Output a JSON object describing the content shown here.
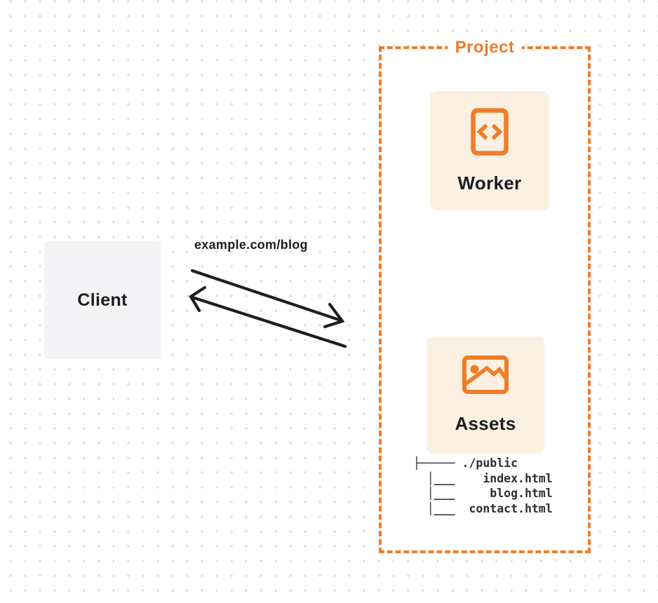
{
  "colors": {
    "orange": "#EE7D2A",
    "card_bg": "#FBF0E1",
    "client_bg": "#F4F4F6",
    "text_dark": "#1D1D20",
    "tree_text": "#2E2E30",
    "arrow": "#1E1E21",
    "dot": "#E1E1E3"
  },
  "client": {
    "label": "Client"
  },
  "request": {
    "label": "example.com/blog"
  },
  "project": {
    "label": "Project",
    "worker": {
      "label": "Worker",
      "icon": "code-document-icon"
    },
    "assets": {
      "label": "Assets",
      "icon": "image-icon"
    },
    "file_tree": [
      "├───── ./public",
      "  │___    index.html",
      "  │___     blog.html",
      "  │___  contact.html"
    ]
  }
}
